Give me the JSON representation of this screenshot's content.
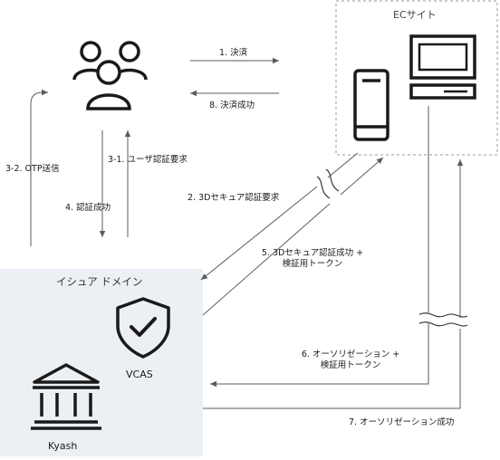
{
  "ec_site": {
    "title": "ECサイト"
  },
  "issuer_domain": {
    "title": "イシュア ドメイン"
  },
  "nodes": {
    "vcas": "VCAS",
    "kyash": "Kyash"
  },
  "steps": {
    "s1": "1. 決済",
    "s8": "8. 決済成功",
    "s31": "3-1. ユーザ認証要求",
    "s32": "3-2. OTP送信",
    "s4": "4. 認証成功",
    "s2": "2. 3Dセキュア認証要求",
    "s5_line1": "5. 3Dセキュア認証成功 +",
    "s5_line2": "検証用トークン",
    "s6_line1": "6. オーソリゼーション +",
    "s6_line2": "検証用トークン",
    "s7": "7. オーソリゼーション成功"
  },
  "colors": {
    "arrow": "#5b5b5b",
    "ec_border": "#9a9a9a",
    "issuer_bg": "#eceff3",
    "icon": "#1a1a1a",
    "title_text": "#444444"
  }
}
